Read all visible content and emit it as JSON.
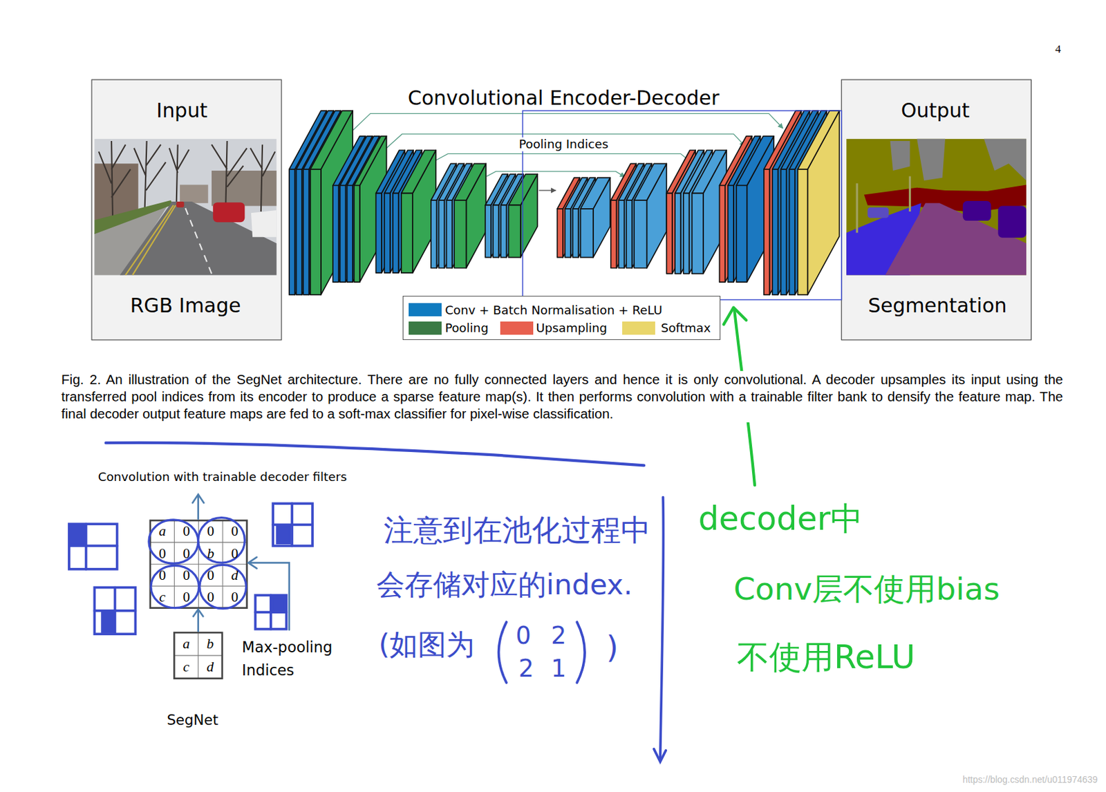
{
  "diagram": {
    "caption": "Fig. 2. An illustration of the SegNet architecture. There are no fully connected layers and hence it is only convolutional. A decoder upsamples its input using the transferred pool indices from its encoder to produce a sparse feature map(s). It then performs convolution with a trainable filter bank to densify the feature map. The final decoder output feature maps are fed to a soft-max classifier for pixel-wise classification.",
    "nodes": [
      {
        "text": [
          "Input",
          "RGB Image"
        ]
      },
      {
        "text": [
          "Output",
          "Segmentation"
        ]
      }
    ],
    "labels": [
      "4",
      "Convolutional Encoder-Decoder",
      "Pooling Indices",
      "Convolution with trainable decoder filters",
      "a",
      "0",
      "0",
      "0",
      "0",
      "0",
      "b",
      "0",
      "0",
      "0",
      "0",
      "d",
      "c",
      "0",
      "0",
      "0",
      "a",
      "b",
      "c",
      "d",
      "Max-pooling Indices",
      "SegNet",
      "注意到在池化过程中",
      "会存储对应的index.",
      "(如图为",
      "0",
      "2",
      "2",
      "1",
      ")",
      "decoder中",
      "Conv层不使用bias",
      "不使用ReLU",
      "https://blog.csdn.net/u011974639"
    ],
    "legend": [
      {
        "text": "Conv + Batch Normalisation + ReLU",
        "color": "#0f7bc0"
      },
      {
        "text": "Pooling",
        "color": "#3b7a45"
      },
      {
        "text": "Upsampling",
        "color": "#e8604f"
      },
      {
        "text": "Softmax",
        "color": "#e9d66b"
      }
    ]
  }
}
